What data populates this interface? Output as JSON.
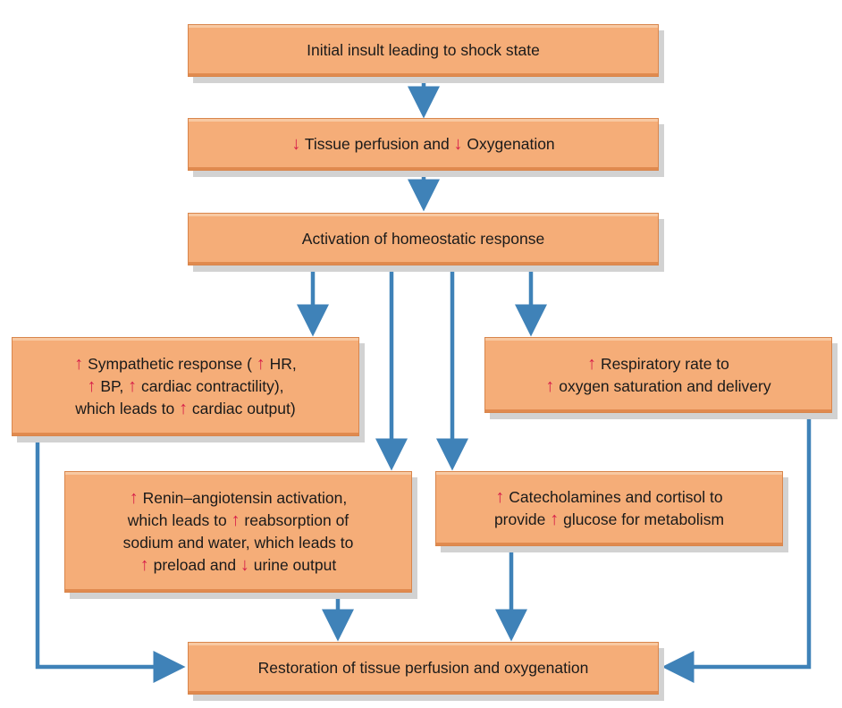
{
  "colors": {
    "box_fill": "#f5ad78",
    "box_border": "#d9864c",
    "arrow": "#3f82b8",
    "direction_symbol": "#d7204a"
  },
  "symbols": {
    "up": "↑",
    "down": "↓"
  },
  "nodes": {
    "insult": {
      "text": "Initial insult leading to shock state"
    },
    "perfusion_drop": {
      "text": "{down} Tissue perfusion and {down} Oxygenation"
    },
    "homeostatic": {
      "text": "Activation of homeostatic response"
    },
    "sympathetic": {
      "text": "{up} Sympathetic response ( {up} HR,\n{up} BP, {up} cardiac contractility),\nwhich leads to {up} cardiac output)"
    },
    "respiratory": {
      "text": "{up} Respiratory rate to\n{up} oxygen saturation and delivery"
    },
    "renin": {
      "text": "{up} Renin–angiotensin activation,\nwhich leads to {up} reabsorption of\nsodium and water, which leads to\n{up} preload and {down} urine output"
    },
    "catecholamines": {
      "text": "{up} Catecholamines and cortisol to\nprovide {up} glucose for metabolism"
    },
    "restoration": {
      "text": "Restoration of tissue perfusion and oxygenation"
    }
  },
  "edges": [
    {
      "from": "insult",
      "to": "perfusion_drop"
    },
    {
      "from": "perfusion_drop",
      "to": "homeostatic"
    },
    {
      "from": "homeostatic",
      "to": "sympathetic"
    },
    {
      "from": "homeostatic",
      "to": "renin"
    },
    {
      "from": "homeostatic",
      "to": "catecholamines"
    },
    {
      "from": "homeostatic",
      "to": "respiratory"
    },
    {
      "from": "sympathetic",
      "to": "restoration"
    },
    {
      "from": "renin",
      "to": "restoration"
    },
    {
      "from": "catecholamines",
      "to": "restoration"
    },
    {
      "from": "respiratory",
      "to": "restoration"
    }
  ]
}
